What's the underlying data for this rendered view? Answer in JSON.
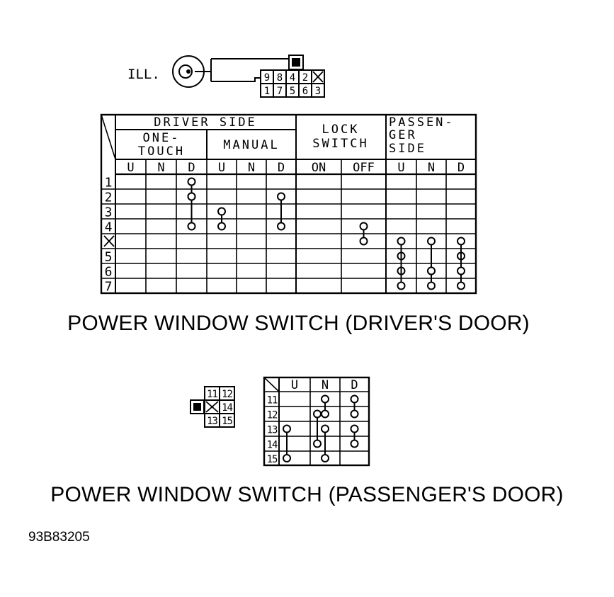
{
  "driver": {
    "ill_label": "ILL.",
    "connector_top_row": [
      "9",
      "8",
      "4",
      "2",
      "X"
    ],
    "connector_bottom_row": [
      "1",
      "7",
      "5",
      "6",
      "3"
    ],
    "group_driver_side": "DRIVER SIDE",
    "sub_one_touch": [
      "ONE-",
      "TOUCH"
    ],
    "sub_manual": "MANUAL",
    "group_lock_switch": [
      "LOCK",
      "SWITCH"
    ],
    "group_passenger_side": [
      "PASSEN-",
      "GER",
      "SIDE"
    ],
    "columns": [
      "U",
      "N",
      "D",
      "U",
      "N",
      "D",
      "ON",
      "OFF",
      "U",
      "N",
      "D"
    ],
    "rows": [
      "1",
      "2",
      "3",
      "4",
      "X",
      "5",
      "6",
      "7"
    ],
    "continuity": [
      {
        "col": 2,
        "rows": [
          0,
          1
        ]
      },
      {
        "col": 2,
        "rows": [
          1,
          3
        ]
      },
      {
        "col": 3,
        "rows": [
          2,
          3
        ]
      },
      {
        "col": 5,
        "rows": [
          1,
          3
        ]
      },
      {
        "col": 7,
        "rows": [
          3,
          4
        ]
      },
      {
        "col": 8,
        "rows": [
          5,
          6
        ]
      },
      {
        "col": 8,
        "rows": [
          4,
          7
        ]
      },
      {
        "col": 9,
        "rows": [
          4,
          6
        ]
      },
      {
        "col": 9,
        "rows": [
          6,
          7
        ]
      },
      {
        "col": 10,
        "rows": [
          5,
          7
        ]
      },
      {
        "col": 10,
        "rows": [
          4,
          6
        ]
      }
    ],
    "title": "POWER WINDOW SWITCH (DRIVER'S DOOR)"
  },
  "passenger": {
    "connector_cells": [
      "11",
      "12",
      "14",
      "13",
      "15"
    ],
    "columns": [
      "U",
      "N",
      "D"
    ],
    "rows": [
      "11",
      "12",
      "13",
      "14",
      "15"
    ],
    "continuity": [
      {
        "col": 0,
        "rows": [
          2,
          4
        ]
      },
      {
        "col": 1,
        "rows": [
          1,
          3
        ]
      },
      {
        "col": 1,
        "rows": [
          0,
          1
        ]
      },
      {
        "col": 1,
        "rows": [
          2,
          4
        ]
      },
      {
        "col": 2,
        "rows": [
          0,
          1
        ]
      },
      {
        "col": 2,
        "rows": [
          2,
          3
        ]
      }
    ],
    "title": "POWER WINDOW SWITCH (PASSENGER'S DOOR)"
  },
  "figure_code": "93B83205"
}
